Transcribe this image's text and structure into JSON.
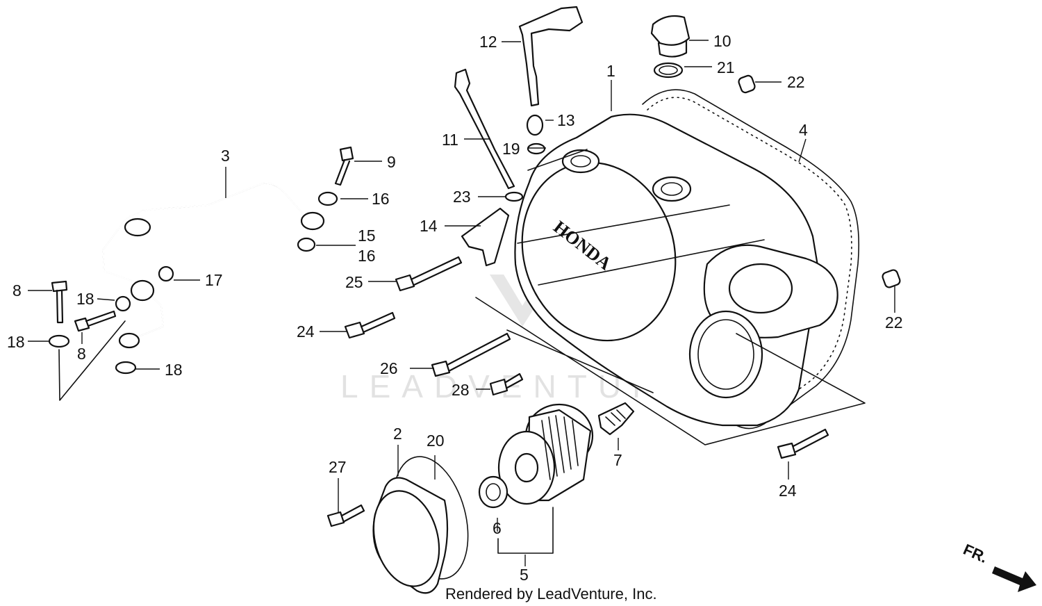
{
  "watermark_text": "LEADVENTURE",
  "cover_brand": "HONDA",
  "credit": "Rendered by LeadVenture, Inc.",
  "front_indicator": "FR.",
  "callouts": {
    "c1": "1",
    "c2": "2",
    "c3": "3",
    "c4": "4",
    "c5": "5",
    "c6": "6",
    "c7": "7",
    "c8a": "8",
    "c8b": "8",
    "c9": "9",
    "c10": "10",
    "c11": "11",
    "c12": "12",
    "c13": "13",
    "c14": "14",
    "c15": "15",
    "c16a": "16",
    "c16b": "16",
    "c17": "17",
    "c18a": "18",
    "c18b": "18",
    "c18c": "18",
    "c19": "19",
    "c20": "20",
    "c21": "21",
    "c22a": "22",
    "c22b": "22",
    "c23": "23",
    "c24a": "24",
    "c24b": "24",
    "c25": "25",
    "c26": "26",
    "c27": "27",
    "c28": "28"
  }
}
